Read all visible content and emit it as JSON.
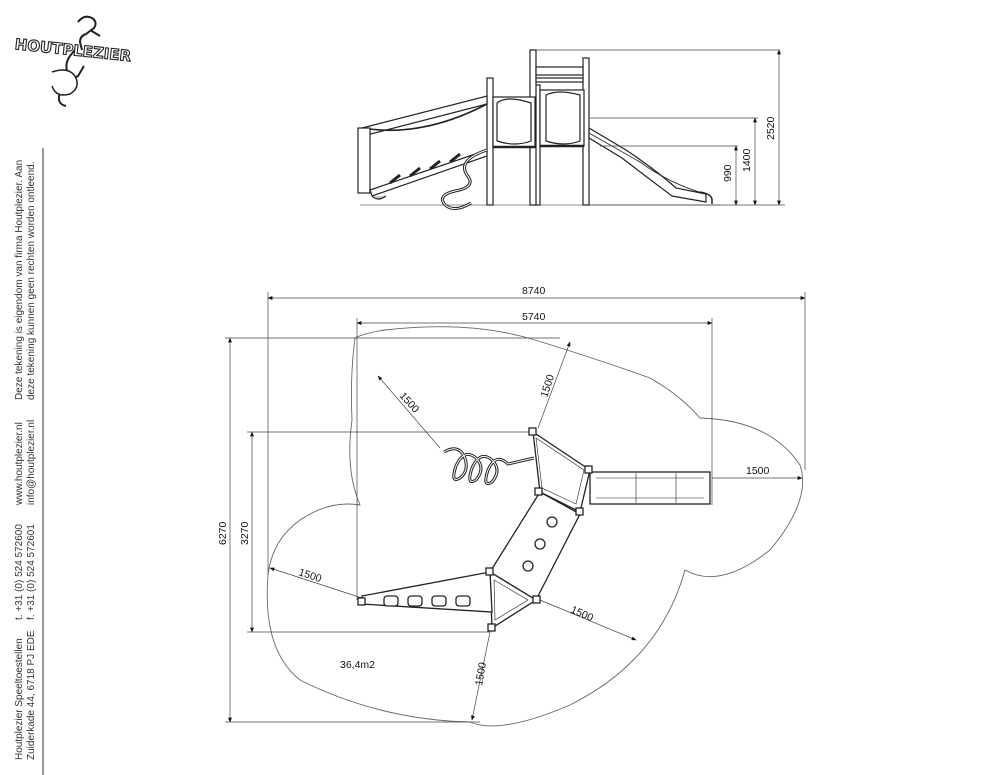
{
  "logo": {
    "text": "HOUTPLEZIER"
  },
  "company": {
    "name_line": "Houtplezier Speeltoestellen",
    "address_line": "Zuiderkade 44, 6718 PJ EDE",
    "phone": "t. +31 (0) 524 572600",
    "fax": "f. +31 (0) 524 572601",
    "website": "www.houtplezier.nl",
    "email": "info@houtplezier.nl",
    "disclaimer_line1": "Deze tekening is eigendom van firma Houtplezier. Aan",
    "disclaimer_line2": "deze tekening kunnen geen rechten worden ontleend."
  },
  "elevation": {
    "dims": {
      "total_height": "2520",
      "deck_height": "1400",
      "low_deck_height": "990"
    }
  },
  "plan": {
    "dims": {
      "overall_width": "8740",
      "inner_width": "5740",
      "overall_depth": "6270",
      "inner_depth": "3270",
      "safety_slide": "1500",
      "safety_top_left": "1500",
      "safety_top": "1500",
      "safety_left": "1500",
      "safety_bottom_right": "1500",
      "safety_bottom": "1500"
    },
    "area_label": "36,4m2"
  }
}
